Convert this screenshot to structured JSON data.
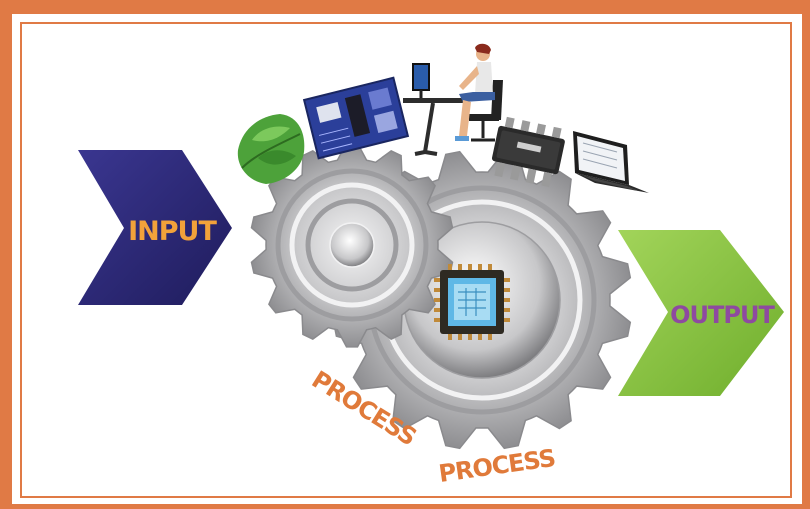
{
  "diagram": {
    "input_label": "INPUT",
    "output_label": "OUTPUT",
    "process_label_1": "PROCESS",
    "process_label_2": "PROCESS"
  },
  "colors": {
    "frame": "#e07a45",
    "input_arrow": "#2f2c7a",
    "input_text": "#f2a23a",
    "output_arrow": "#8cc63f",
    "output_text": "#8e4aa0",
    "process_text": "#e07a3a",
    "gear": "#b9b9bb"
  },
  "icons": [
    "leaf-icon",
    "circuit-board-icon",
    "person-at-computer-icon",
    "ic-chip-icon",
    "laptop-icon",
    "microprocessor-icon"
  ]
}
